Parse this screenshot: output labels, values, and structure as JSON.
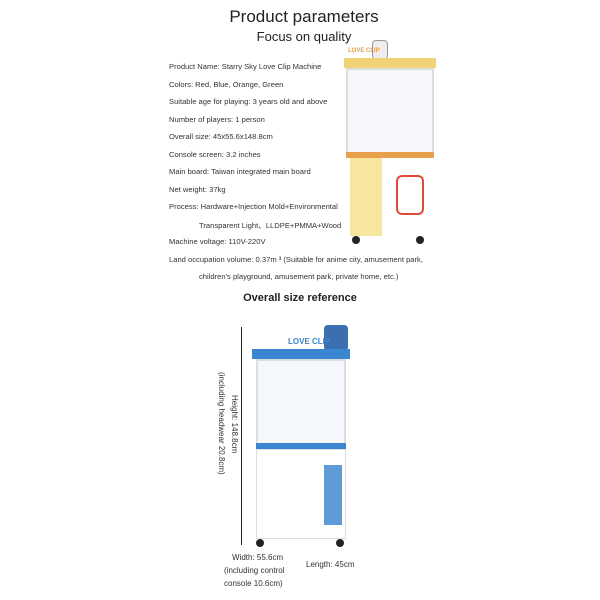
{
  "header": {
    "title": "Product parameters",
    "subtitle": "Focus on quality"
  },
  "specs": [
    "Product Name: Starry Sky Love Clip Machine",
    "Colors: Red, Blue, Orange, Green",
    "Suitable age for playing: 3 years old and above",
    "Number of players: 1 person",
    "Overall size: 45x55.6x148.8cm",
    "Console screen: 3.2 inches",
    "Main board: Taiwan integrated main board",
    "Net weight: 37kg",
    "Process: Hardware+Injection Mold+Environmental",
    "Transparent Light、LLDPE+PMMA+Wood",
    "Machine voltage: 110V-220V",
    "Land occupation volume: 0.37m ³ (Suitable for anime city, amusement park,",
    "children's playground, amusement park, private home, etc.)"
  ],
  "size_section": {
    "title": "Overall size reference",
    "height": "Height: 148.8cm",
    "height_note": "(including headwear 20.8cm)",
    "width": "Width: 55.6cm",
    "width_note1": "(including control",
    "width_note2": "console 10.6cm)",
    "length": "Length: 45cm"
  },
  "machine_logo": "LOVE CLIP",
  "colors": {
    "yellow": "#f6e6a0",
    "orange": "#e9a04a",
    "blue": "#3b86d1"
  }
}
